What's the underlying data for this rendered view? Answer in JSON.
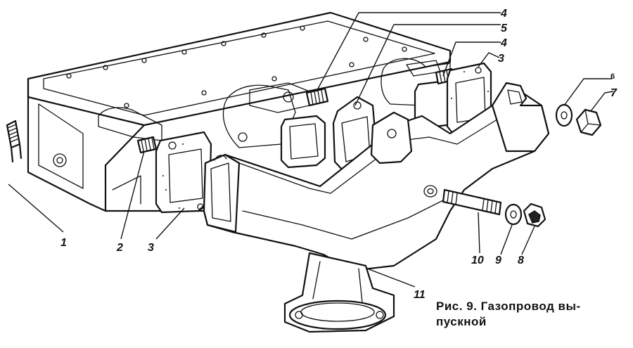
{
  "caption": {
    "line1": "Рис.  9.  Газопровод  вы-",
    "line2": "пускной"
  },
  "callouts": {
    "c1": "1",
    "c2": "2",
    "c3a": "3",
    "c3b": "3",
    "c4a": "4",
    "c4b": "4",
    "c5": "5",
    "c6": "6",
    "c7": "7",
    "c8": "8",
    "c9": "9",
    "c10": "10",
    "c11": "11"
  }
}
